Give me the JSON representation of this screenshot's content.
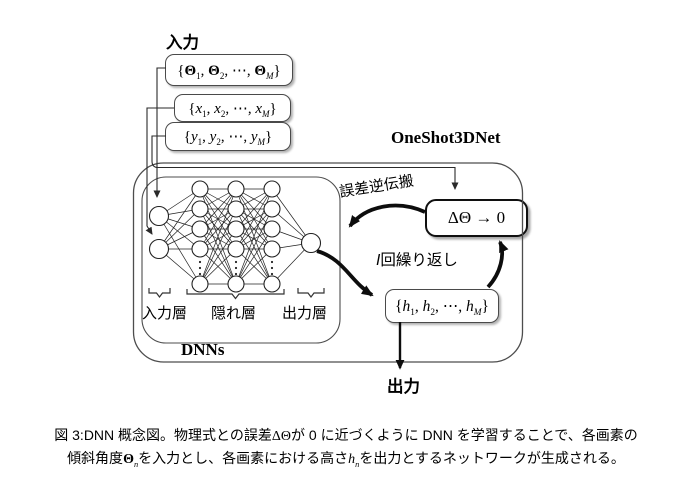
{
  "diagram": {
    "input_label": "入力",
    "output_label": "出力",
    "oneshot_label": "OneShot3DNet",
    "dnns_label": "DNNs",
    "backprop_label": "誤差逆伝搬",
    "repeat_segments": [
      {
        "t": "I",
        "i": 1
      },
      {
        "t": "回繰り返し"
      }
    ],
    "layer_labels": {
      "input": "入力層",
      "hidden": "隠れ層",
      "output": "出力層"
    },
    "theta_box_segments": [
      {
        "t": "{"
      },
      {
        "t": "Θ",
        "b": 1
      },
      {
        "t": "1",
        "sub": 1
      },
      {
        "t": ", "
      },
      {
        "t": "Θ",
        "b": 1
      },
      {
        "t": "2",
        "sub": 1
      },
      {
        "t": ", ⋯, "
      },
      {
        "t": "Θ",
        "b": 1
      },
      {
        "t": "M",
        "sub": 1,
        "i": 1
      },
      {
        "t": "}"
      }
    ],
    "x_box_segments": [
      {
        "t": "{"
      },
      {
        "t": "x",
        "i": 1
      },
      {
        "t": "1",
        "sub": 1
      },
      {
        "t": ", "
      },
      {
        "t": "x",
        "i": 1
      },
      {
        "t": "2",
        "sub": 1
      },
      {
        "t": ", ⋯, "
      },
      {
        "t": "x",
        "i": 1
      },
      {
        "t": "M",
        "sub": 1,
        "i": 1
      },
      {
        "t": "}"
      }
    ],
    "y_box_segments": [
      {
        "t": "{"
      },
      {
        "t": "y",
        "i": 1
      },
      {
        "t": "1",
        "sub": 1
      },
      {
        "t": ", "
      },
      {
        "t": "y",
        "i": 1
      },
      {
        "t": "2",
        "sub": 1
      },
      {
        "t": ", ⋯, "
      },
      {
        "t": "y",
        "i": 1
      },
      {
        "t": "M",
        "sub": 1,
        "i": 1
      },
      {
        "t": "}"
      }
    ],
    "h_box_segments": [
      {
        "t": "{"
      },
      {
        "t": "h",
        "i": 1
      },
      {
        "t": "1",
        "sub": 1
      },
      {
        "t": ", "
      },
      {
        "t": "h",
        "i": 1
      },
      {
        "t": "2",
        "sub": 1
      },
      {
        "t": ", ⋯, "
      },
      {
        "t": "h",
        "i": 1
      },
      {
        "t": "M",
        "sub": 1,
        "i": 1
      },
      {
        "t": "}"
      }
    ],
    "delta_box_text": "ΔΘ → 0"
  },
  "caption": {
    "line1_segments": [
      {
        "t": "図 3:DNN 概念図。物理式との誤差"
      },
      {
        "t": "ΔΘ",
        "m": 1
      },
      {
        "t": "が 0 に近づくように DNN を学習することで、各画素の"
      }
    ],
    "line2_segments": [
      {
        "t": "傾斜角度"
      },
      {
        "t": "Θ",
        "m": 1,
        "b": 1
      },
      {
        "t": "n",
        "m": 1,
        "sub": 1,
        "i": 1
      },
      {
        "t": "を入力とし、各画素における高さ"
      },
      {
        "t": "h",
        "m": 1,
        "i": 1
      },
      {
        "t": "n",
        "m": 1,
        "sub": 1,
        "i": 1
      },
      {
        "t": "を出力とするネットワークが生成される。"
      }
    ]
  }
}
